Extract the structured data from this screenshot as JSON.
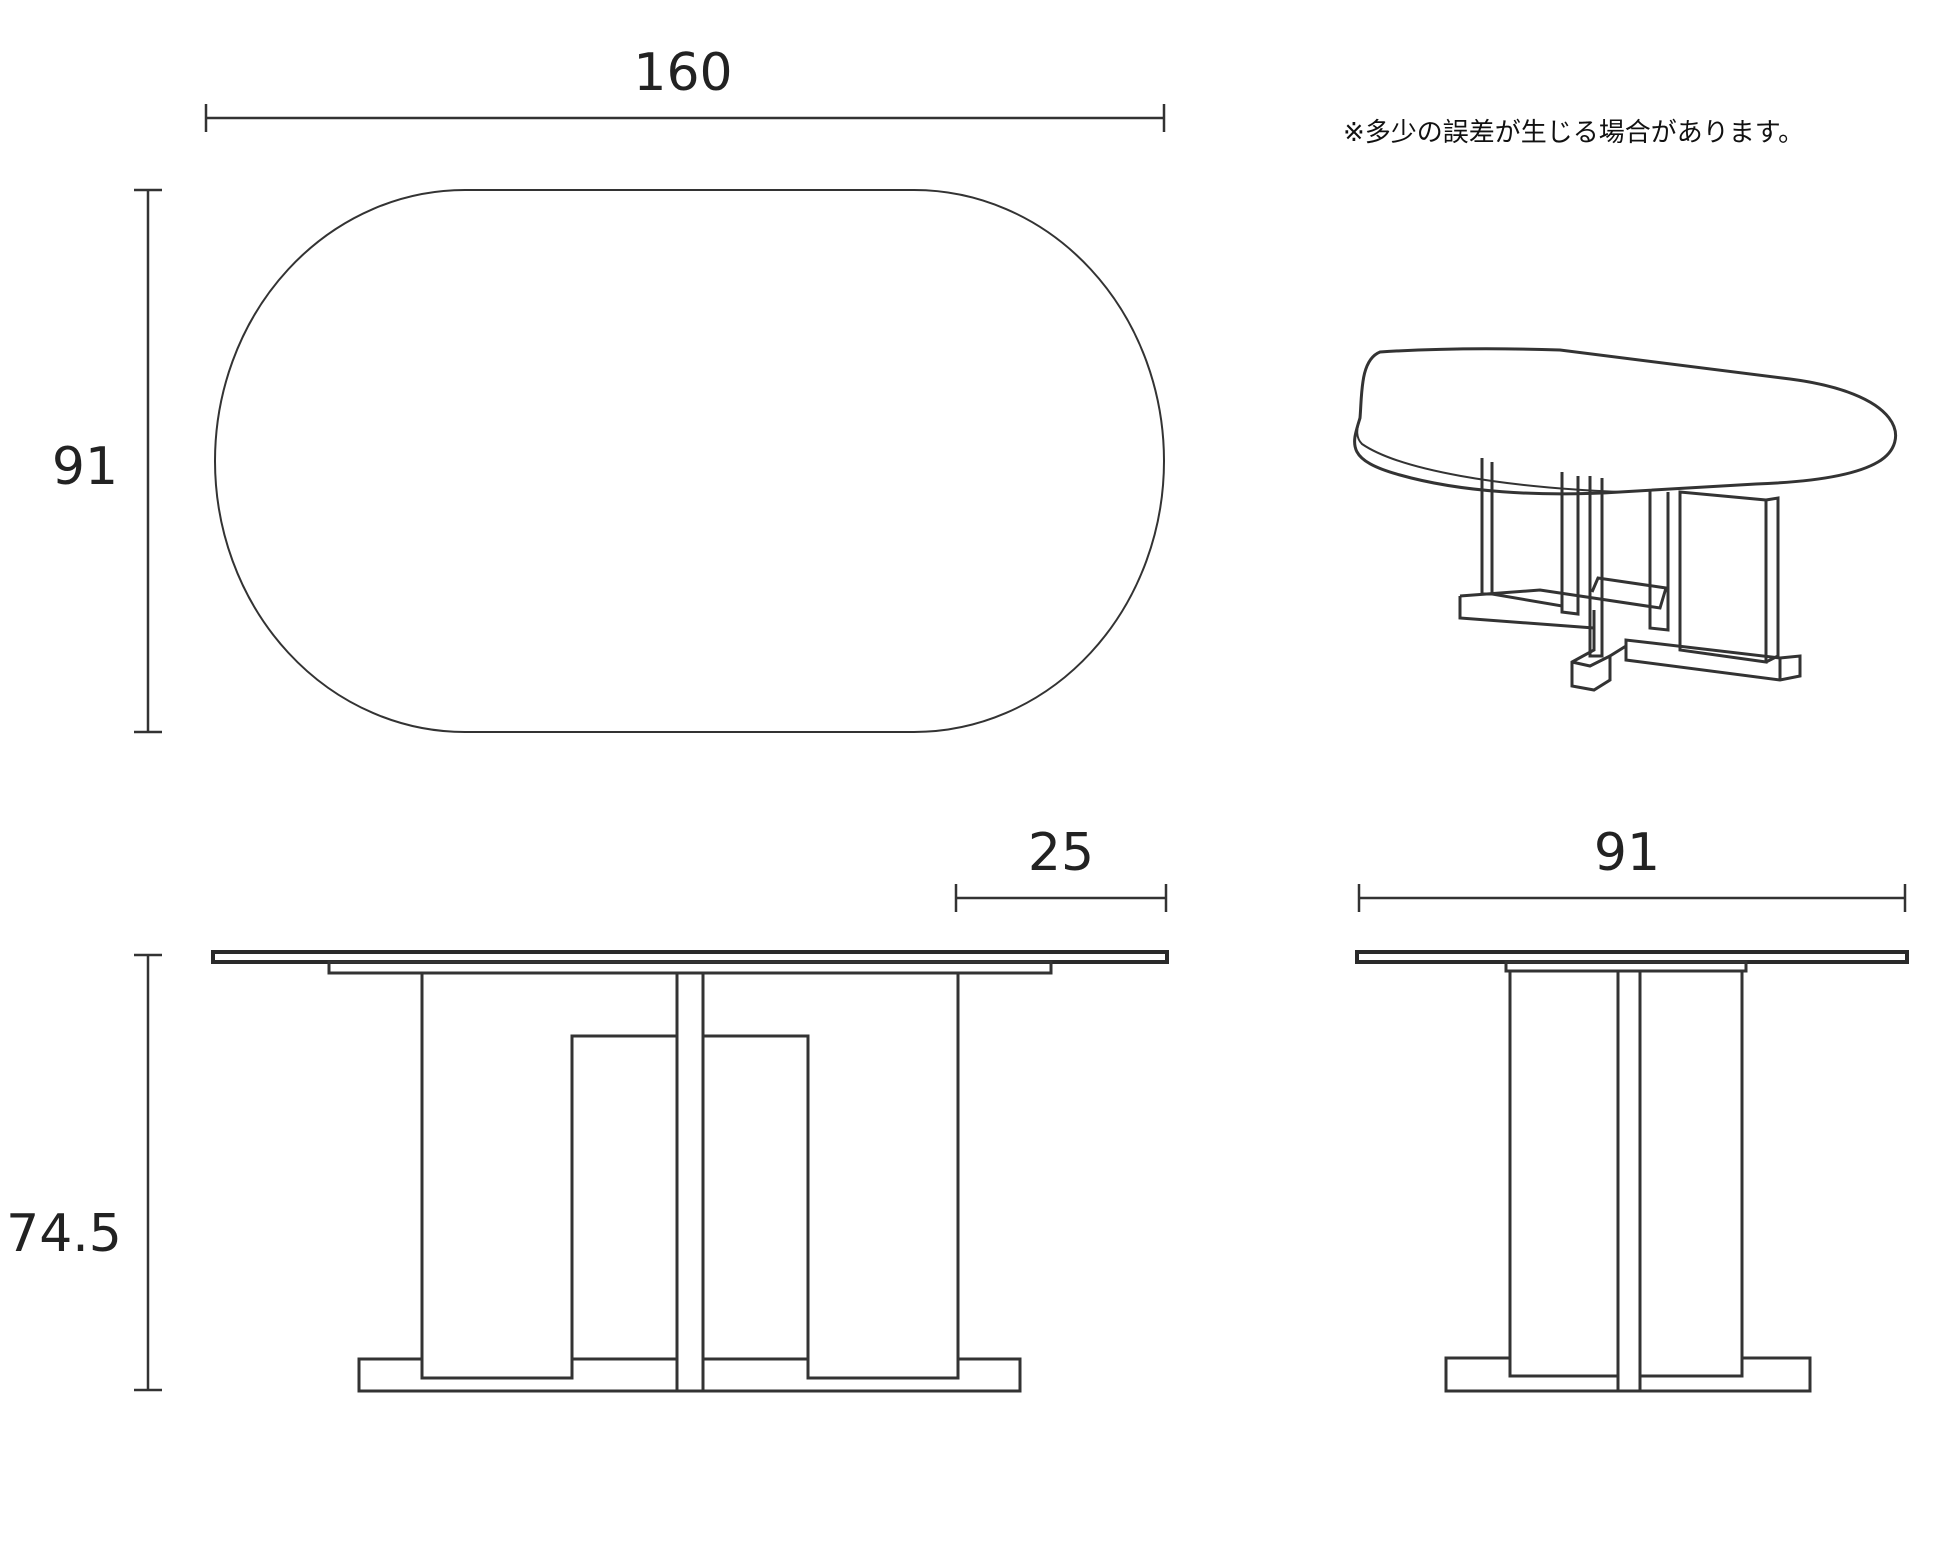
{
  "note": "※多少の誤差が生じる場合があります。",
  "dimensions": {
    "top_width": "160",
    "top_depth": "91",
    "height": "74.5",
    "overhang": "25",
    "side_width": "91"
  },
  "colors": {
    "line": "#333333",
    "background": "#ffffff"
  }
}
